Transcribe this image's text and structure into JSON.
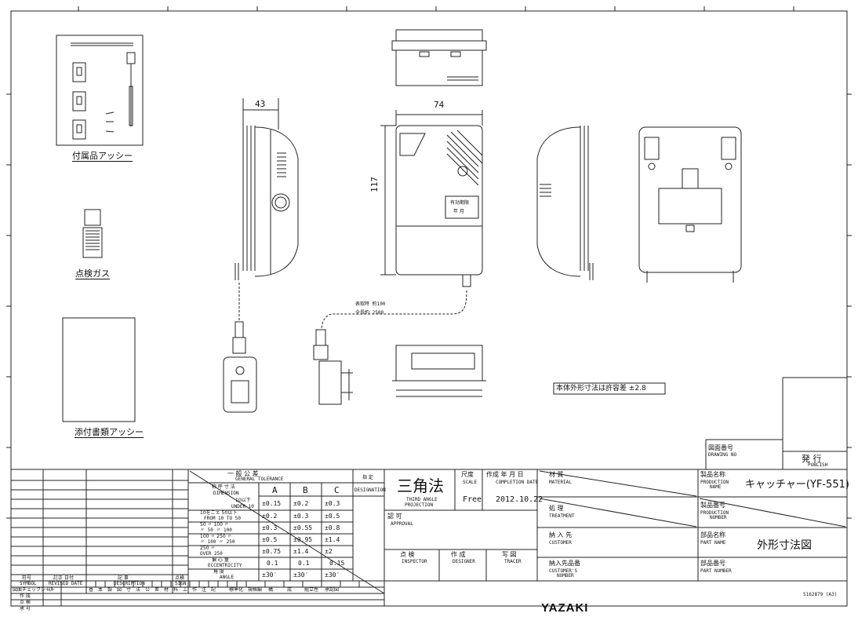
{
  "parts": {
    "accessory": "付属品アッシー",
    "check_gas": "点検ガス",
    "documents": "添付書類アッシー"
  },
  "dims": {
    "depth": "43",
    "width": "74",
    "height": "117"
  },
  "cord_labels": {
    "mounted": "表取時 約100",
    "total": "全長約 2500"
  },
  "device": {
    "expiry_label": "有効期限",
    "year_month": "年 月"
  },
  "note": "本体外形寸法は許容差 ±2.8",
  "publish": {
    "drawing_no_jp": "図面番号",
    "drawing_no_en": "DRAWING NO",
    "publish_jp": "発 行",
    "publish_en": "PUBLISH"
  },
  "revision": {
    "symbol_jp": "符号",
    "symbol_en": "SYMBOL",
    "date_jp": "訂正 日付",
    "date_en": "REVISED DATE",
    "desc_jp": "記 事",
    "desc_en": "DESCRIPTION",
    "sign_jp": "点検",
    "sign_en": "SIGN"
  },
  "checksheet": {
    "header": [
      "図面チェックシート",
      "印",
      "基",
      "本",
      "製",
      "図",
      "寸",
      "法",
      "公",
      "差",
      "材",
      "料",
      "工",
      "作",
      "注",
      "記",
      "標準化",
      "規格編",
      "構",
      "成",
      "組立性",
      "承認図"
    ],
    "rows": [
      "作 成",
      "点 検",
      "承 可"
    ]
  },
  "tolerance": {
    "title_jp": "一 般 公 差",
    "title_en": "GENERAL TOLERANCE",
    "dim_jp": "称 呼 寸 法",
    "dim_en": "DIMENSION",
    "cols": [
      "A",
      "B",
      "C"
    ],
    "rows": [
      {
        "jp": "10以下",
        "en": "UNDER 10",
        "a": "±0.15",
        "b": "±0.2",
        "c": "±0.3"
      },
      {
        "jp": "10をこえ 50以下",
        "en": "FROM 10 TO 50",
        "a": "±0.2",
        "b": "±0.3",
        "c": "±0.5"
      },
      {
        "jp": "50 〃 100 〃",
        "en": "〃 50 〃 100",
        "a": "±0.3",
        "b": "±0.55",
        "c": "±0.8"
      },
      {
        "jp": "100 〃 250 〃",
        "en": "〃 100 〃 250",
        "a": "±0.5",
        "b": "±0.95",
        "c": "±1.4"
      },
      {
        "jp": "250 〃",
        "en": "OVER 250",
        "a": "±0.75",
        "b": "±1.4",
        "c": "±2"
      },
      {
        "jp": "偏 心 量",
        "en": "ECCENTRICITY",
        "a": "0.1",
        "b": "0.1",
        "c": "0.15"
      },
      {
        "jp": "角 度",
        "en": "ANGLE",
        "a": "±30′",
        "b": "±30′",
        "c": "±30′"
      }
    ],
    "designation_jp": "指 定",
    "designation_en": "DESIGNATION"
  },
  "projection": {
    "big": "三角法",
    "en1": "THIRD ANGLE",
    "en2": "PROJECTION"
  },
  "scale": {
    "jp": "尺度",
    "en": "SCALE",
    "value": "Free"
  },
  "completion": {
    "jp": "作成 年 月 日",
    "en": "COMPLETION DATE",
    "value": "2012.10.22"
  },
  "approval": {
    "jp": "認 可",
    "en": "APPROVAL"
  },
  "inspector": {
    "jp": "点 検",
    "en": "INSPECTOR"
  },
  "designer": {
    "jp": "作 成",
    "en": "DESIGNER"
  },
  "tracer": {
    "jp": "写 図",
    "en": "TRACER"
  },
  "material": {
    "jp": "材 質",
    "en": "MATERIAL"
  },
  "treatment": {
    "jp": "処 理",
    "en": "TREATMENT"
  },
  "customer": {
    "jp": "納 入 先",
    "en": "CUSTOMER"
  },
  "customer_no": {
    "jp": "納入先品番",
    "en1": "CUSTOMER'S",
    "en2": "NUMBER"
  },
  "production_name": {
    "jp": "製品名称",
    "en1": "PRODUCTION",
    "en2": "NAME",
    "value": "キャッチャー(YF-551)"
  },
  "production_no": {
    "jp": "製品番号",
    "en1": "PRODUCTION",
    "en2": "NUMBER"
  },
  "part_name": {
    "jp": "部品名称",
    "en": "PART NAME",
    "value": "外形寸法図"
  },
  "part_no": {
    "jp": "部品番号",
    "en": "PART NUMBER"
  },
  "sheet_code": "5162879 (A3)",
  "brand": "YAZAKI"
}
